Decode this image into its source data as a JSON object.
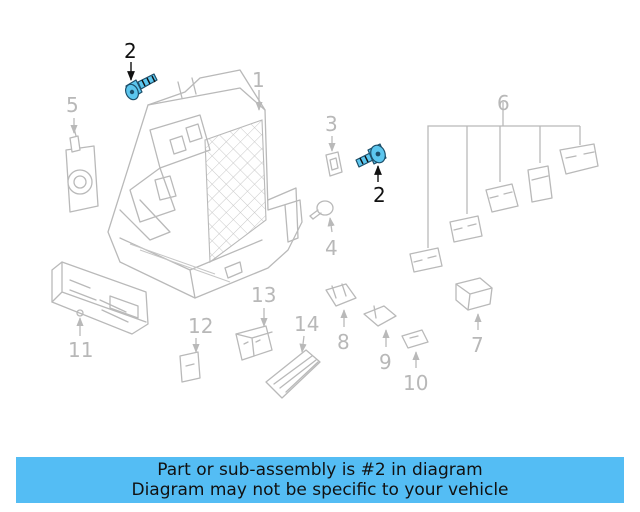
{
  "diagram": {
    "callouts": {
      "c1": "1",
      "c2a": "2",
      "c2b": "2",
      "c3": "3",
      "c4": "4",
      "c5": "5",
      "c6": "6",
      "c7": "7",
      "c8": "8",
      "c9": "9",
      "c10": "10",
      "c11": "11",
      "c12": "12",
      "c13": "13",
      "c14": "14"
    },
    "highlighted_part": "2",
    "highlight_color": "#5cc6ee"
  },
  "banner": {
    "line1": "Part or sub-assembly is #2 in diagram",
    "line2": "Diagram may not be specific to your vehicle",
    "background": "#54bdf4"
  }
}
